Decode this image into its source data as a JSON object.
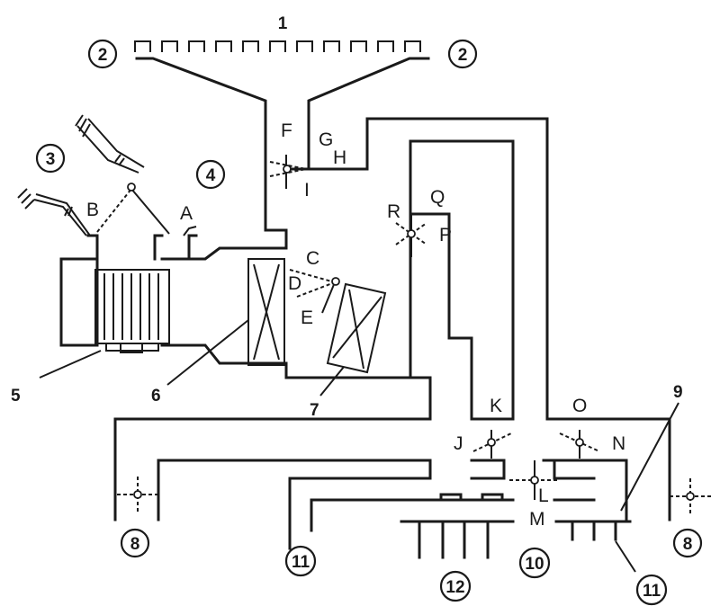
{
  "numbers": {
    "n1": "1",
    "n2": "2",
    "n3": "3",
    "n4": "4",
    "n5": "5",
    "n6": "6",
    "n7": "7",
    "n8": "8",
    "n9": "9",
    "n10": "10",
    "n11": "11",
    "n12": "12"
  },
  "letters": {
    "A": "A",
    "B": "B",
    "C": "C",
    "D": "D",
    "E": "E",
    "F": "F",
    "G": "G",
    "H": "H",
    "I": "I",
    "J": "J",
    "K": "K",
    "L": "L",
    "M": "M",
    "N": "N",
    "O": "O",
    "P": "P",
    "Q": "Q",
    "R": "R"
  }
}
